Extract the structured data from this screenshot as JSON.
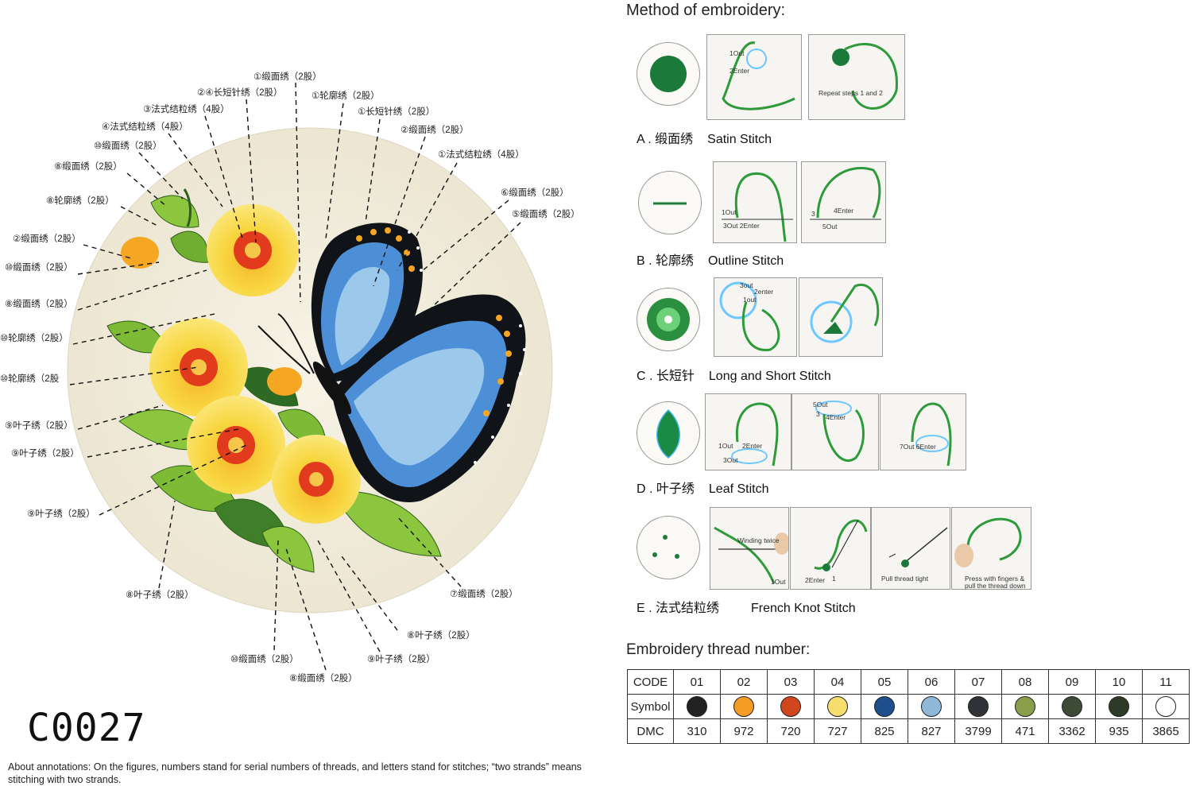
{
  "embroidery": {
    "hoop_labels": [
      "①缎面绣（2股）",
      "②④长短针绣（2股）",
      "①轮廓绣（2股）",
      "③法式结粒绣（4股）",
      "①长短针绣（2股）",
      "④法式结粒绣（4股）",
      "②缎面绣（2股）",
      "⑩缎面绣（2股）",
      "①法式结粒绣（4股）",
      "⑧缎面绣（2股）",
      "⑥缎面绣（2股）",
      "⑤缎面绣（2股）",
      "⑧轮廓绣（2股）",
      "②缎面绣（2股）",
      "⑩缎面绣（2股）",
      "⑧缎面绣（2股）",
      "⑩轮廓绣（2股）",
      "⑩轮廓绣（2股",
      "⑨叶子绣（2股）",
      "⑨叶子绣（2股）",
      "⑨叶子绣（2股）",
      "⑧叶子绣（2股）",
      "⑦缎面绣（2股）",
      "⑧叶子绣（2股）",
      "⑩缎面绣（2股）",
      "⑨叶子绣（2股）",
      "⑧缎面绣（2股）"
    ],
    "pattern_code": "C0027",
    "about": "About annotations: On the figures, numbers stand for serial numbers of threads, and letters stand for stitches; “two strands” means stitching with two strands."
  },
  "method": {
    "heading": "Method of embroidery:",
    "stitches": [
      {
        "letter": "A . 缎面绣",
        "name": "Satin Stitch",
        "photo_texts": [
          [
            "1Out",
            "2Enter"
          ],
          [
            "Repeat steps 1 and 2"
          ]
        ]
      },
      {
        "letter": "B . 轮廓绣",
        "name": "Outline Stitch",
        "photo_texts": [
          [
            "1Out",
            "3Out 2Enter"
          ],
          [
            "3",
            "4Enter",
            "5Out"
          ]
        ]
      },
      {
        "letter": "C . 长短针",
        "name": "Long and Short Stitch",
        "photo_texts": [
          [
            "3out",
            "2enter",
            "1out"
          ],
          []
        ]
      },
      {
        "letter": "D . 叶子绣",
        "name": "Leaf Stitch",
        "photo_texts": [
          [
            "1Out",
            "2Enter",
            "3Out"
          ],
          [
            "5Out",
            "3",
            "4Enter"
          ],
          [
            "7Out 6Enter"
          ]
        ]
      },
      {
        "letter": "E . 法式结粒绣",
        "name": "French Knot Stitch",
        "photo_texts": [
          [
            "Winding twice",
            "1Out"
          ],
          [
            "2Enter",
            "1"
          ],
          [
            "Pull thread tight"
          ],
          [
            "Press with fingers &",
            "pull the thread down"
          ]
        ]
      }
    ]
  },
  "threads": {
    "heading": "Embroidery thread number:",
    "row_labels": {
      "code": "CODE",
      "symbol": "Symbol",
      "dmc": "DMC"
    },
    "items": [
      {
        "code": "01",
        "color": "#222222",
        "dmc": "310"
      },
      {
        "code": "02",
        "color": "#f59a23",
        "dmc": "972"
      },
      {
        "code": "03",
        "color": "#d2461e",
        "dmc": "720"
      },
      {
        "code": "04",
        "color": "#f5dd6e",
        "dmc": "727"
      },
      {
        "code": "05",
        "color": "#1f4e8c",
        "dmc": "825"
      },
      {
        "code": "06",
        "color": "#8fb8d8",
        "dmc": "827"
      },
      {
        "code": "07",
        "color": "#2f3338",
        "dmc": "3799"
      },
      {
        "code": "08",
        "color": "#8a9e4a",
        "dmc": "471"
      },
      {
        "code": "09",
        "color": "#3d4a35",
        "dmc": "3362"
      },
      {
        "code": "10",
        "color": "#2e3a28",
        "dmc": "935"
      },
      {
        "code": "11",
        "color": "#ffffff",
        "dmc": "3865"
      }
    ]
  }
}
